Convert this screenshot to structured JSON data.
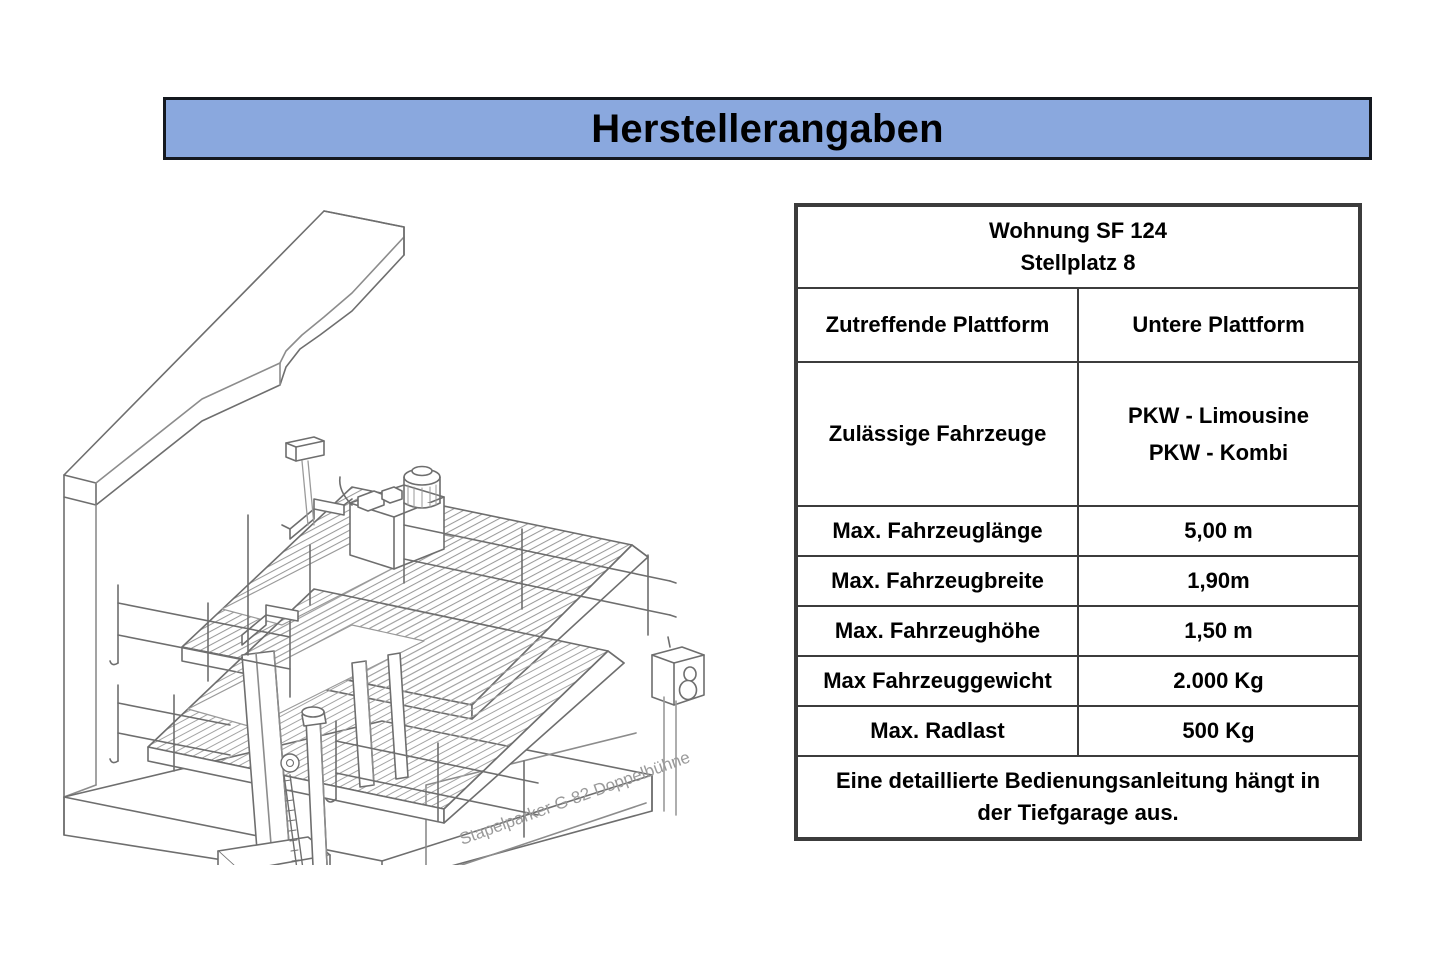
{
  "banner": {
    "title": "Herstellerangaben",
    "background_color": "#8AA8DE",
    "border_color": "#14181F"
  },
  "diagram": {
    "name": "stapelparker-doppelbuehne-isometric-drawing",
    "caption": "Stapelparker G 82 Doppelbühne",
    "description": "Isometrische Strichzeichnung einer Doppelparker-Hebebühne mit oberer und unterer Plattform, Hydraulikaggregat, Geländern und Bedienpult",
    "line_color": "#6E6E6E",
    "hatch_color": "#9A9A9A",
    "parts": {
      "upper_platform": "Obere Plattform",
      "lower_platform": "Untere Plattform",
      "hydraulic_unit": "Hydraulikaggregat",
      "control_box": "Bedienpult",
      "column": "Hubsäule",
      "chain": "Kette",
      "railing": "Geländer",
      "ceiling": "Decke",
      "floor_pit": "Grube"
    }
  },
  "spec_table": {
    "header": {
      "line1": "Wohnung SF 124",
      "line2": "Stellplatz 8"
    },
    "rows": [
      {
        "label": "Zutreffende Plattform",
        "value": "Untere Plattform"
      },
      {
        "label": "Zulässige Fahrzeuge",
        "value_line1": "PKW - Limousine",
        "value_line2": "PKW - Kombi"
      },
      {
        "label": "Max. Fahrzeuglänge",
        "value": "5,00 m"
      },
      {
        "label": "Max. Fahrzeugbreite",
        "value": "1,90m"
      },
      {
        "label": "Max. Fahrzeughöhe",
        "value": "1,50 m"
      },
      {
        "label": "Max Fahrzeuggewicht",
        "value": "2.000 Kg"
      },
      {
        "label": "Max. Radlast",
        "value": "500 Kg"
      }
    ],
    "note": {
      "line1": "Eine detaillierte Bedienungsanleitung hängt in",
      "line2": "der Tiefgarage aus."
    },
    "border_color": "#3C3C3C"
  }
}
